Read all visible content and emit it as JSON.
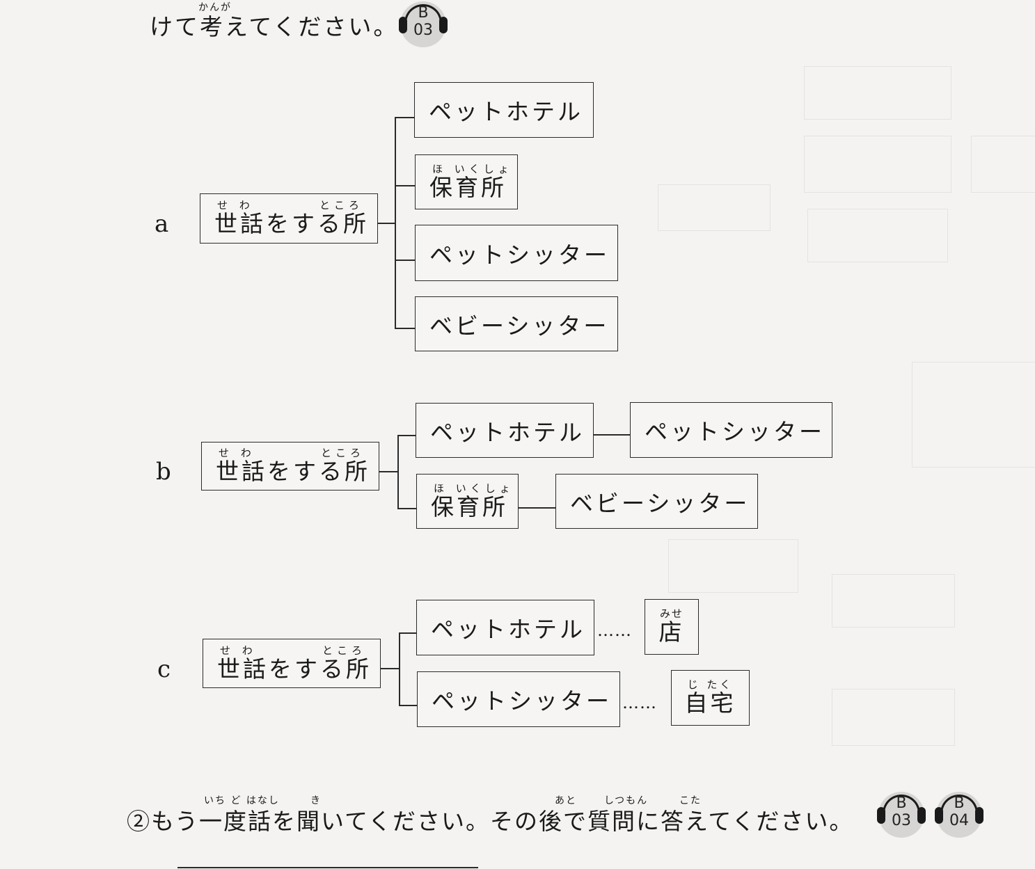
{
  "header": {
    "instruction": "けて考えてください。",
    "furigana": "かんが",
    "badge": {
      "letter": "B",
      "number": "03"
    }
  },
  "diagrams": {
    "a": {
      "label": "a",
      "root": {
        "ruby_left": "せ わ",
        "ruby_right": "ところ",
        "text": "世話をする所"
      },
      "items": [
        {
          "text": "ペットホテル"
        },
        {
          "ruby": "ほ いくしょ",
          "text": "保育所"
        },
        {
          "text": "ペットシッター"
        },
        {
          "text": "ベビーシッター"
        }
      ]
    },
    "b": {
      "label": "b",
      "root": {
        "ruby_left": "せ わ",
        "ruby_right": "ところ",
        "text": "世話をする所"
      },
      "rows": [
        {
          "left": {
            "text": "ペットホテル"
          },
          "right": {
            "text": "ペットシッター"
          }
        },
        {
          "left": {
            "ruby": "ほ いくしょ",
            "text": "保育所"
          },
          "right": {
            "text": "ベビーシッター"
          }
        }
      ]
    },
    "c": {
      "label": "c",
      "root": {
        "ruby_left": "せ わ",
        "ruby_right": "ところ",
        "text": "世話をする所"
      },
      "rows": [
        {
          "left": {
            "text": "ペットホテル"
          },
          "dots": "……",
          "right": {
            "ruby": "みせ",
            "text": "店"
          }
        },
        {
          "left": {
            "text": "ペットシッター"
          },
          "dots": "……",
          "right": {
            "ruby": "じ たく",
            "text": "自宅"
          }
        }
      ]
    }
  },
  "footer": {
    "text": "②もう一度話を聞いてください。その後で質問に答えてください。",
    "furigana": [
      {
        "text": "いち ど はなし"
      },
      {
        "text": "き"
      },
      {
        "text": "あと"
      },
      {
        "text": "しつもん"
      },
      {
        "text": "こた"
      }
    ],
    "badges": [
      {
        "letter": "B",
        "number": "03"
      },
      {
        "letter": "B",
        "number": "04"
      }
    ]
  }
}
